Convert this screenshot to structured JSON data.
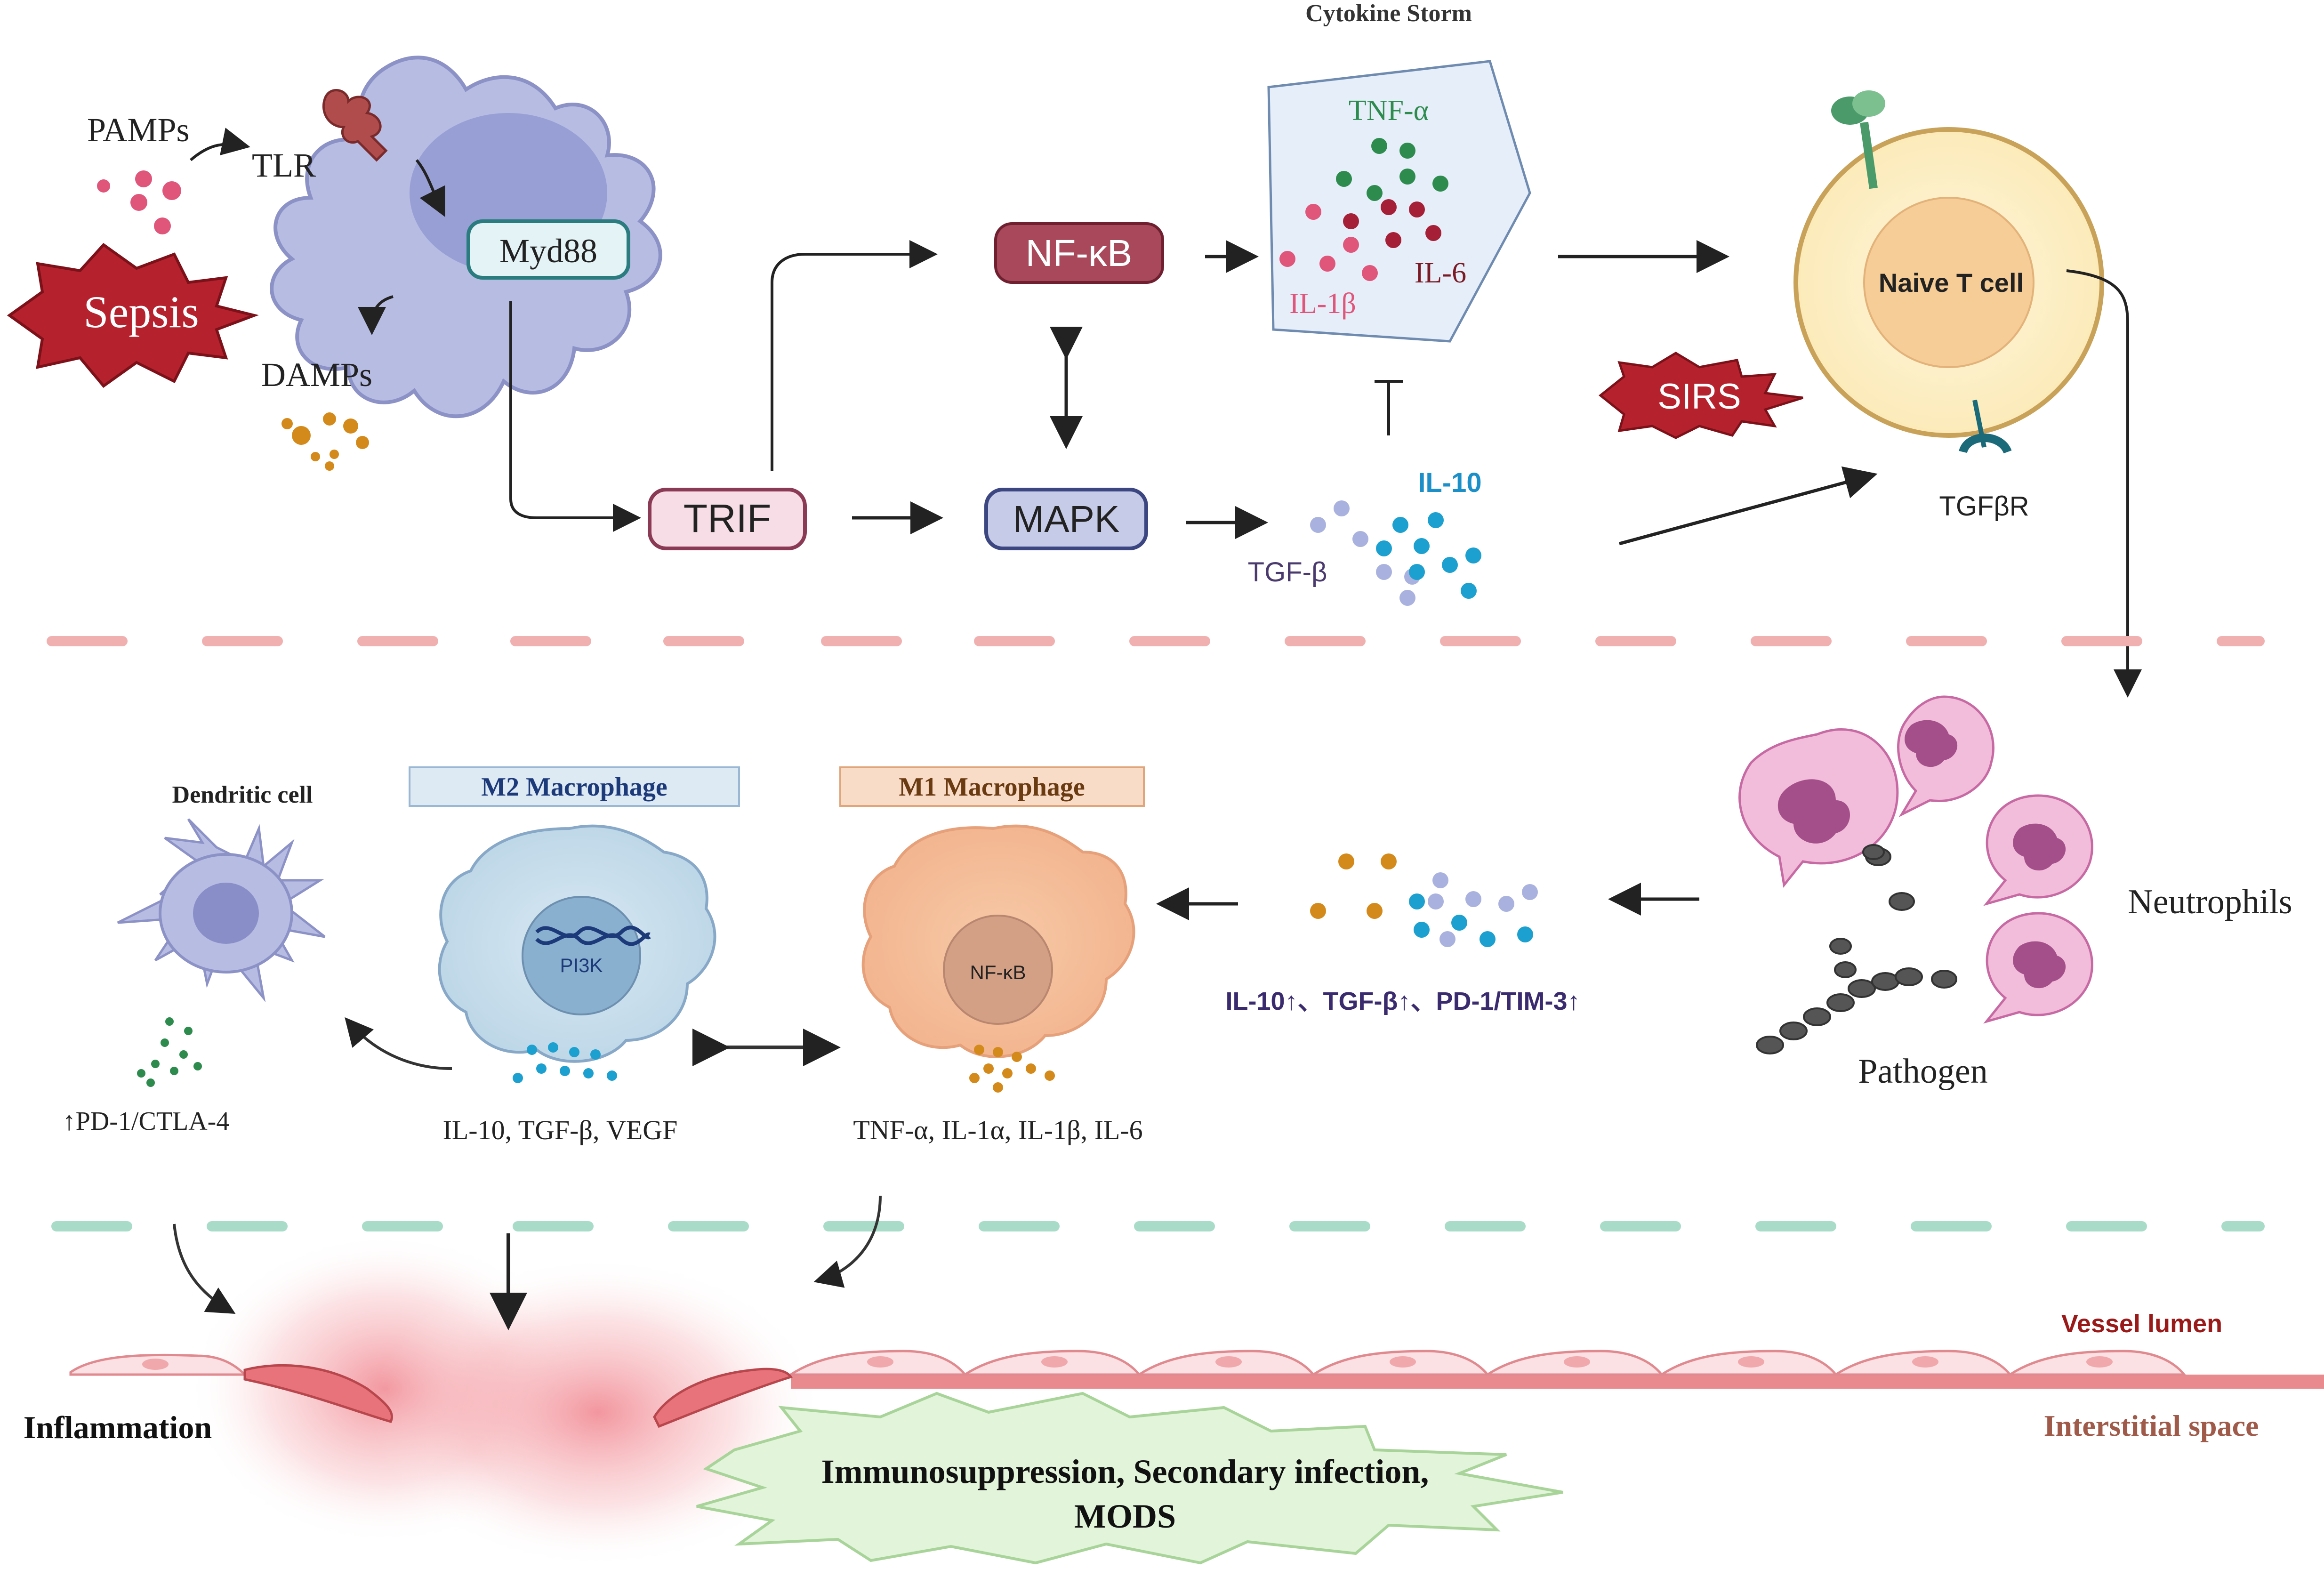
{
  "labels": {
    "pamps": "PAMPs",
    "tlr": "TLR",
    "sepsis": "Sepsis",
    "damps": "DAMPs",
    "myd88": "Myd88",
    "trif": "TRIF",
    "nfkb": "NF-κB",
    "mapk": "MAPK",
    "cytokine_storm": "Cytokine Storm",
    "tnf_alpha": "TNF-α",
    "il_1beta": "IL-1β",
    "il_6": "IL-6",
    "il_10": "IL-10",
    "tgf_beta": "TGF-β",
    "naive_t_cell": "Naive T cell",
    "sirs": "SIRS",
    "tgfbr": "TGFβR",
    "neutrophils": "Neutrophils",
    "pathogen": "Pathogen",
    "suppression_markers": "IL-10↑、TGF-β↑、PD-1/TIM-3↑",
    "m1_macrophage": "M1 Macrophage",
    "m1_nucleus": "NF-κB",
    "m1_cytokines": "TNF-α, IL-1α, IL-1β, IL-6",
    "m2_macrophage": "M2 Macrophage",
    "m2_nucleus": "PI3K",
    "m2_cytokines": "IL-10, TGF-β, VEGF",
    "dendritic_cell": "Dendritic cell",
    "dc_markers": "↑PD-1/CTLA-4",
    "inflammation": "Inflammation",
    "vessel_lumen": "Vessel lumen",
    "interstitial_space": "Interstitial space",
    "outcome_line1": "Immunosuppression, Secondary infection,",
    "outcome_line2": "MODS"
  },
  "colors": {
    "sepsis_star": "#b5222e",
    "nfkb_box": "#a8485a",
    "mapk_box": "#c6cbe8",
    "trif_box": "#f6dde6",
    "myd88_box": "#e4f3f6",
    "storm_panel": "#e6eef9",
    "t_cell": "#fdf1cc",
    "t_cell_nucleus": "#f6cd96",
    "m1_header": "#f9dcc8",
    "m2_header": "#dde9f3",
    "tnf_dot": "#2e8b4e",
    "il6_dot": "#a51f37",
    "il1b_dot": "#e0557a",
    "il10_dot": "#1ba0cf",
    "tgfb_dot": "#a9b1de",
    "m1_dot": "#d48a1b",
    "vessel": "#e88a8e",
    "inflammation_glow": "#e8404f",
    "outcome_star": "#e2f4da"
  }
}
